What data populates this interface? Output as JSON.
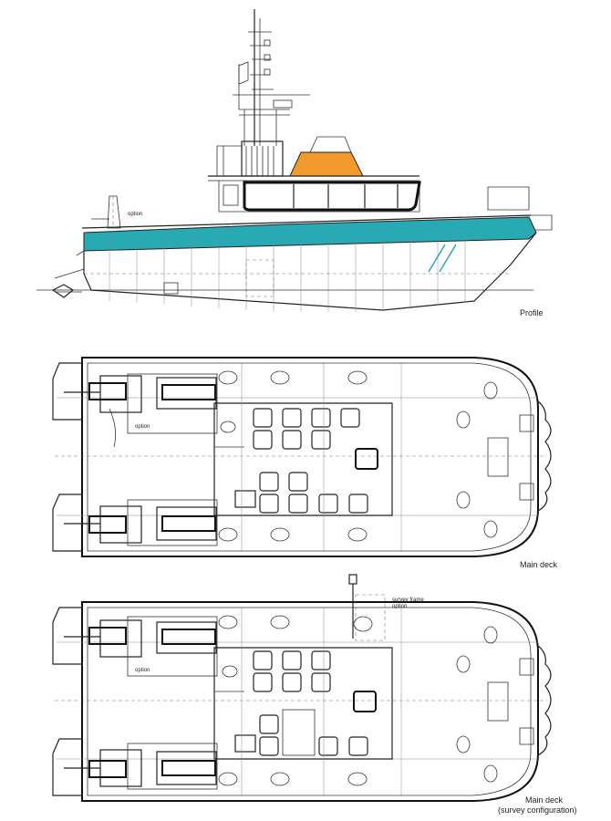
{
  "views": {
    "profile": {
      "label": "Profile"
    },
    "main_deck": {
      "label": "Main deck"
    },
    "survey_deck": {
      "label_line1": "Main deck",
      "label_line2": "(survey configuration)"
    }
  },
  "annotations": {
    "profile_option": "option",
    "deck_option": "option",
    "survey_option": "option",
    "survey_frame_line1": "survey frame",
    "survey_frame_line2": "option"
  },
  "colors": {
    "hull_stripe": "#29a9b3",
    "roof": "#f39a2e",
    "line": "#222222"
  }
}
